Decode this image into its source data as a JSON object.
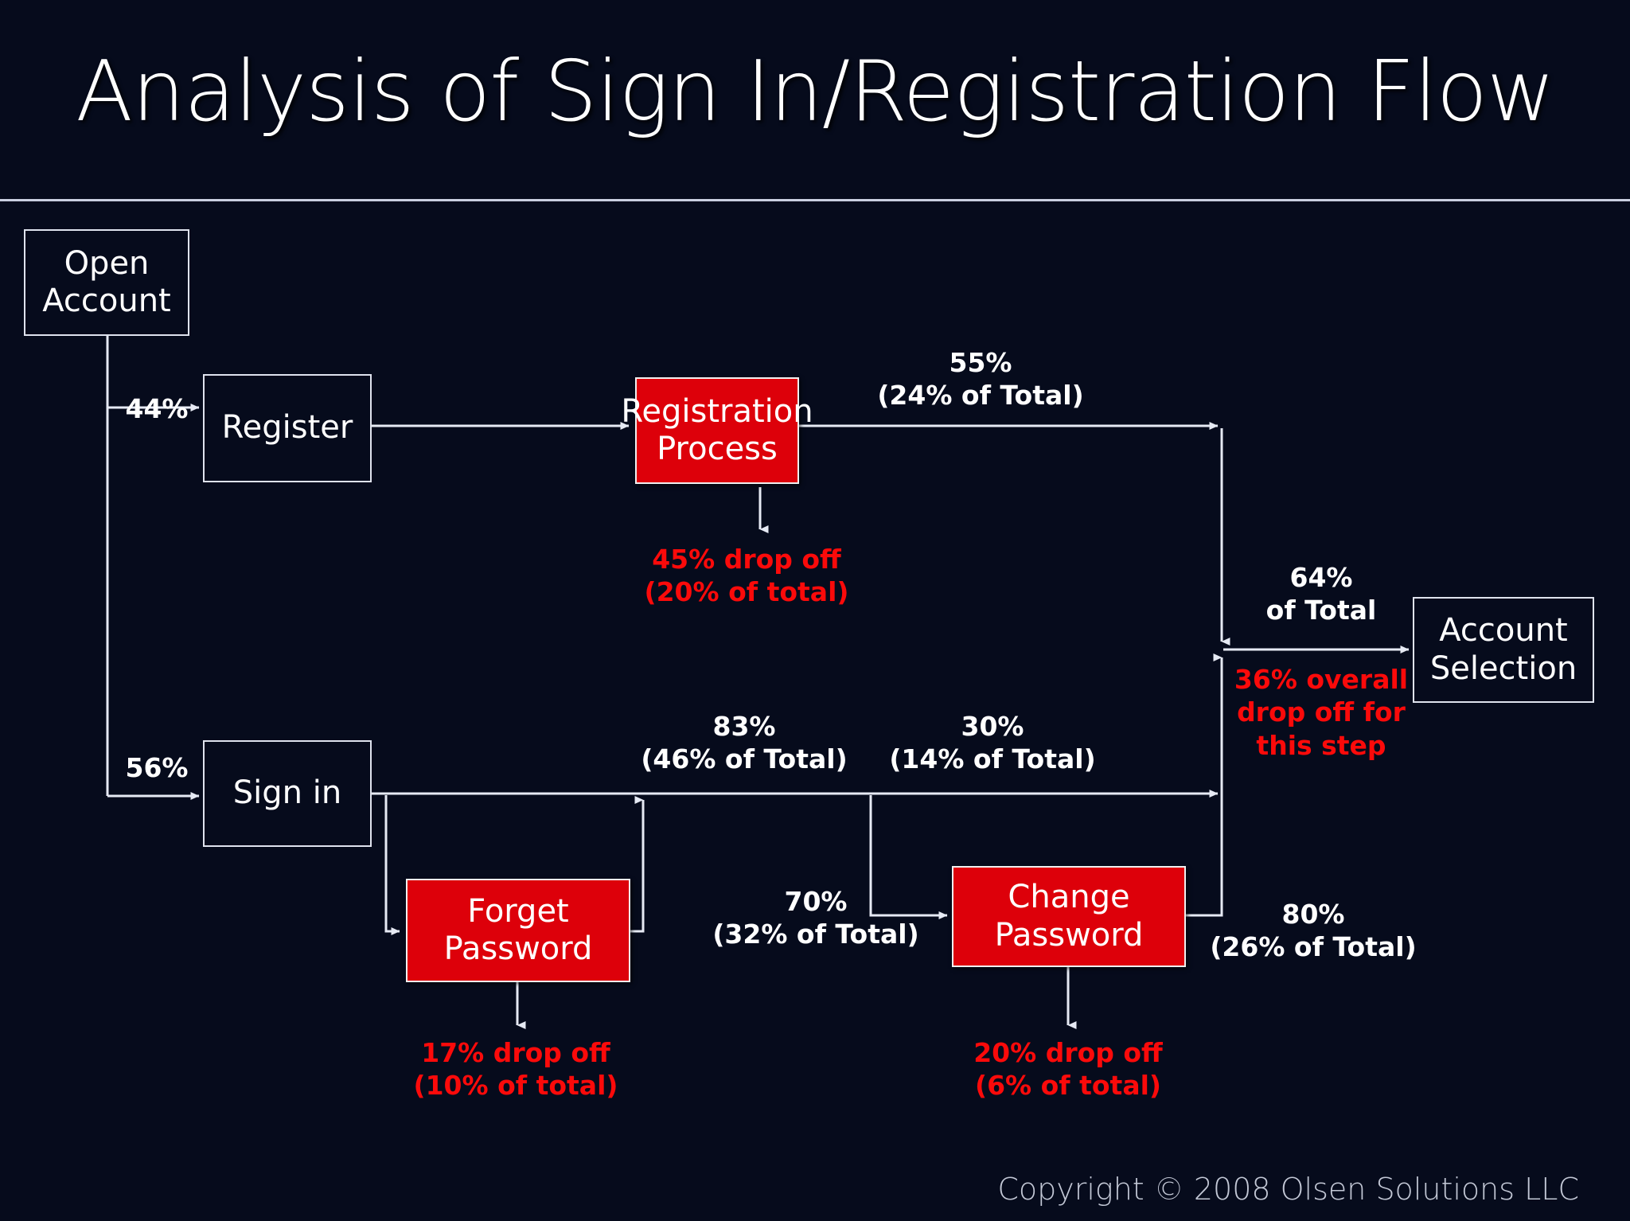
{
  "slide": {
    "title": "Analysis of Sign In/Registration Flow",
    "copyright": "Copyright © 2008 Olsen Solutions LLC",
    "background_color": "#060b1c",
    "accent_red": "#dd000a",
    "line_color": "#dfe3ee",
    "drop_off_text_color": "#fb0a0a"
  },
  "nodes": {
    "open_account": "Open\nAccount",
    "register": "Register",
    "registration_process": "Registration\nProcess",
    "sign_in": "Sign in",
    "forget_password": "Forget\nPassword",
    "change_password": "Change\nPassword",
    "account_selection": "Account\nSelection"
  },
  "edge_labels": {
    "open_to_register": "44%",
    "open_to_signin": "56%",
    "registration_to_junction": "55%\n(24% of Total)",
    "signin_to_junction": "83%\n(46% of Total)",
    "signin_branch_to_junction": "30%\n(14% of Total)",
    "signin_to_change_password": "70%\n(32% of Total)",
    "change_password_to_junction": "80%\n(26% of Total)",
    "junction_to_account_selection": "64%\nof Total"
  },
  "drop_offs": {
    "registration_process": "45% drop off\n(20% of total)",
    "forget_password": "17% drop off\n(10% of total)",
    "change_password": "20% drop off\n(6% of total)",
    "overall_step": "36% overall\ndrop off for\nthis step"
  },
  "chart_data": {
    "type": "diagram",
    "title": "Analysis of Sign In/Registration Flow",
    "nodes": [
      {
        "id": "open_account",
        "label": "Open Account",
        "style": "outline"
      },
      {
        "id": "register",
        "label": "Register",
        "style": "outline"
      },
      {
        "id": "registration_process",
        "label": "Registration Process",
        "style": "red"
      },
      {
        "id": "sign_in",
        "label": "Sign in",
        "style": "outline"
      },
      {
        "id": "forget_password",
        "label": "Forget Password",
        "style": "red"
      },
      {
        "id": "change_password",
        "label": "Change Password",
        "style": "red"
      },
      {
        "id": "account_selection",
        "label": "Account Selection",
        "style": "outline"
      }
    ],
    "flows": [
      {
        "from": "open_account",
        "to": "register",
        "rate": 44,
        "of_total": null,
        "label": "44%"
      },
      {
        "from": "open_account",
        "to": "sign_in",
        "rate": 56,
        "of_total": null,
        "label": "56%"
      },
      {
        "from": "register",
        "to": "registration_process",
        "rate": null,
        "label": ""
      },
      {
        "from": "registration_process",
        "to": "account_selection",
        "rate": 55,
        "of_total": 24,
        "label": "55% (24% of Total)"
      },
      {
        "from": "sign_in",
        "to": "account_selection",
        "rate": 83,
        "of_total": 46,
        "label": "83% (46% of Total)"
      },
      {
        "from": "sign_in",
        "to": "account_selection",
        "rate": 30,
        "of_total": 14,
        "label": "30% (14% of Total)"
      },
      {
        "from": "sign_in",
        "to": "forget_password",
        "rate": null,
        "label": ""
      },
      {
        "from": "forget_password",
        "to": "sign_in",
        "rate": null,
        "label": ""
      },
      {
        "from": "sign_in",
        "to": "change_password",
        "rate": 70,
        "of_total": 32,
        "label": "70% (32% of Total)"
      },
      {
        "from": "change_password",
        "to": "account_selection",
        "rate": 80,
        "of_total": 26,
        "label": "80% (26% of Total)"
      },
      {
        "from": "junction",
        "to": "account_selection",
        "rate": 64,
        "of_total": 64,
        "label": "64% of Total"
      }
    ],
    "drop_offs": [
      {
        "node": "registration_process",
        "rate": 45,
        "of_total": 20,
        "label": "45% drop off (20% of total)"
      },
      {
        "node": "forget_password",
        "rate": 17,
        "of_total": 10,
        "label": "17% drop off (10% of total)"
      },
      {
        "node": "change_password",
        "rate": 20,
        "of_total": 6,
        "label": "20% drop off (6% of total)"
      },
      {
        "node": "account_selection",
        "rate": 36,
        "of_total": null,
        "label": "36% overall drop off for this step"
      }
    ]
  }
}
